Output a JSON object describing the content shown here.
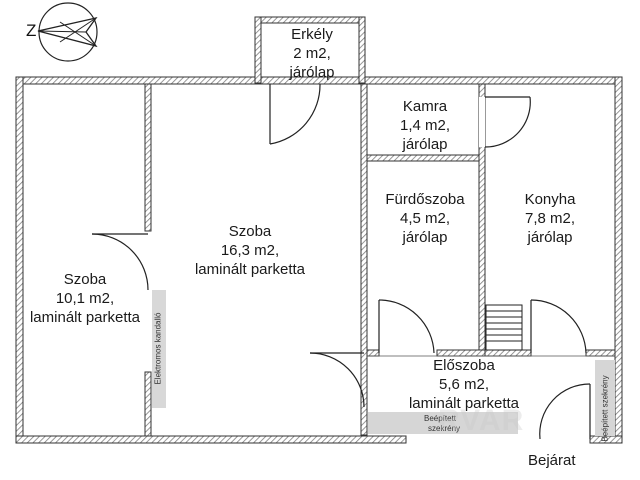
{
  "compass": {
    "letter": "Z"
  },
  "rooms": [
    {
      "id": "erkely",
      "lines": [
        "Erkély",
        "2 m2,",
        "járólap"
      ]
    },
    {
      "id": "kamra",
      "lines": [
        "Kamra",
        "1,4 m2,",
        "járólap"
      ]
    },
    {
      "id": "szoba_big",
      "lines": [
        "Szoba",
        "16,3 m2,",
        "laminált parketta"
      ]
    },
    {
      "id": "furdo",
      "lines": [
        "Fürdőszoba",
        "4,5 m2,",
        "járólap"
      ]
    },
    {
      "id": "konyha",
      "lines": [
        "Konyha",
        "7,8 m2,",
        "járólap"
      ]
    },
    {
      "id": "szoba_left",
      "lines": [
        "Szoba",
        "10,1 m2,",
        "laminált parketta"
      ]
    },
    {
      "id": "eloszoba",
      "lines": [
        "Előszoba",
        "5,6 m2,",
        "laminált parketta"
      ]
    }
  ],
  "annotations": {
    "heater": "Elektromos kandalló",
    "closet1_line1": "Beépített",
    "closet1_line2": "szekrény",
    "closet2": "Beépített szekrény",
    "entrance": "Bejárat",
    "watermark": "RVAR"
  },
  "colors": {
    "wall": "#7a7a7a",
    "hatch": "#8a8a8a",
    "line": "#222222",
    "closet": "#cfcfcf"
  }
}
